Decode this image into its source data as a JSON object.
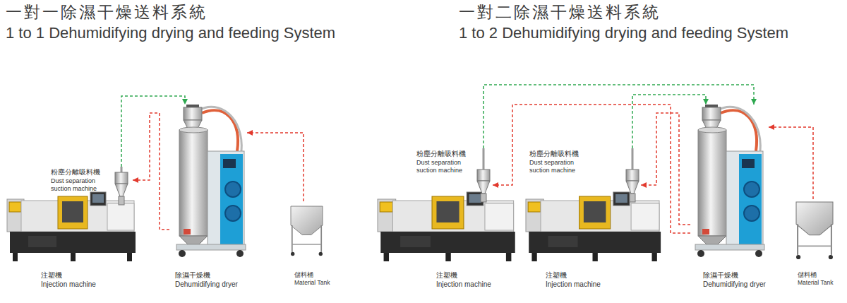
{
  "diagram": {
    "nodes": [
      {
        "text": [
          "粉塵分離吸料機",
          "Dust separation suction machine"
        ]
      },
      {
        "text": [
          "注塑機",
          "Injection machine"
        ]
      },
      {
        "text": [
          "除濕干燥機",
          "Dehumidifying dryer"
        ]
      },
      {
        "text": [
          "儲料桶",
          "Material Tank"
        ]
      },
      {
        "text": [
          "粉塵分離吸料機",
          "Dust separation suction machine"
        ]
      },
      {
        "text": [
          "注塑機",
          "Injection machine"
        ]
      },
      {
        "text": [
          "粉塵分離吸料機",
          "Dust separation suction machine"
        ]
      },
      {
        "text": [
          "注塑機",
          "Injection machine"
        ]
      },
      {
        "text": [
          "除濕干燥機",
          "Dehumidifying dryer"
        ]
      },
      {
        "text": [
          "儲料桶",
          "Material Tank"
        ]
      }
    ],
    "edges": [
      {
        "from": 3,
        "to": 2,
        "arrow": "to"
      },
      {
        "from": 2,
        "to": 0,
        "arrow": "to"
      },
      {
        "from": 0,
        "to": 2,
        "arrow": "to"
      },
      {
        "from": 9,
        "to": 8,
        "arrow": "to"
      },
      {
        "from": 8,
        "to": 4,
        "arrow": "to"
      },
      {
        "from": 8,
        "to": 6,
        "arrow": "to"
      },
      {
        "from": 4,
        "to": 8,
        "arrow": "to"
      },
      {
        "from": 6,
        "to": 8,
        "arrow": "to"
      }
    ],
    "labels": [
      "一對一除濕干燥送料系統",
      "1 to 1 Dehumidifying drying and feeding System",
      "一對二除濕干燥送料系統",
      "1 to 2 Dehumidifying drying and feeding System"
    ]
  }
}
